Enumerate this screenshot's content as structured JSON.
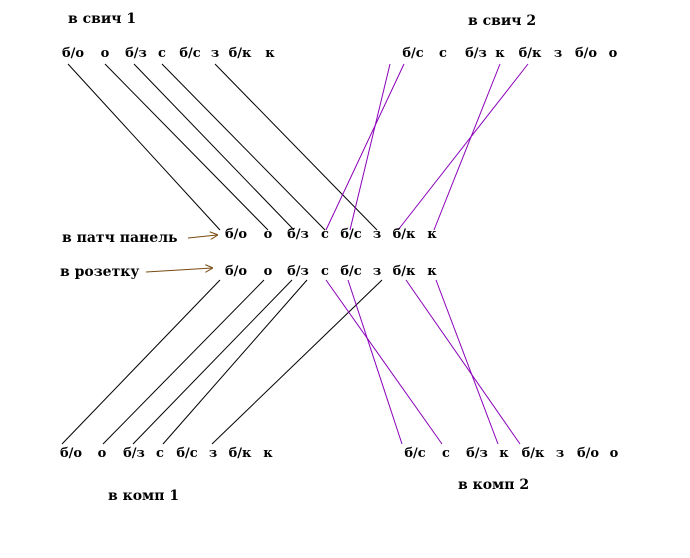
{
  "labels": {
    "switch1": "в свич 1",
    "switch2": "в свич 2",
    "patch_panel": "в патч панель",
    "socket": "в розетку",
    "pc1": "в комп 1",
    "pc2": "в комп 2"
  },
  "rows": {
    "switch1": [
      "б/о",
      "о",
      "б/з",
      "с",
      "б/с",
      "з",
      "б/к",
      "к"
    ],
    "switch2": [
      "б/с",
      "с",
      "б/з",
      "к",
      "б/к",
      "з",
      "б/о",
      "о"
    ],
    "patch_panel": [
      "б/о",
      "о",
      "б/з",
      "с",
      "б/с",
      "з",
      "б/к",
      "к"
    ],
    "socket": [
      "б/о",
      "о",
      "б/з",
      "с",
      "б/с",
      "з",
      "б/к",
      "к"
    ],
    "pc1": [
      "б/о",
      "о",
      "б/з",
      "с",
      "б/с",
      "з",
      "б/к",
      "к"
    ],
    "pc2": [
      "б/с",
      "с",
      "б/з",
      "к",
      "б/к",
      "з",
      "б/о",
      "о"
    ]
  },
  "colors": {
    "black_wire": "#000000",
    "purple_wire": "#8a00b8",
    "arrow": "#7a4a10"
  }
}
